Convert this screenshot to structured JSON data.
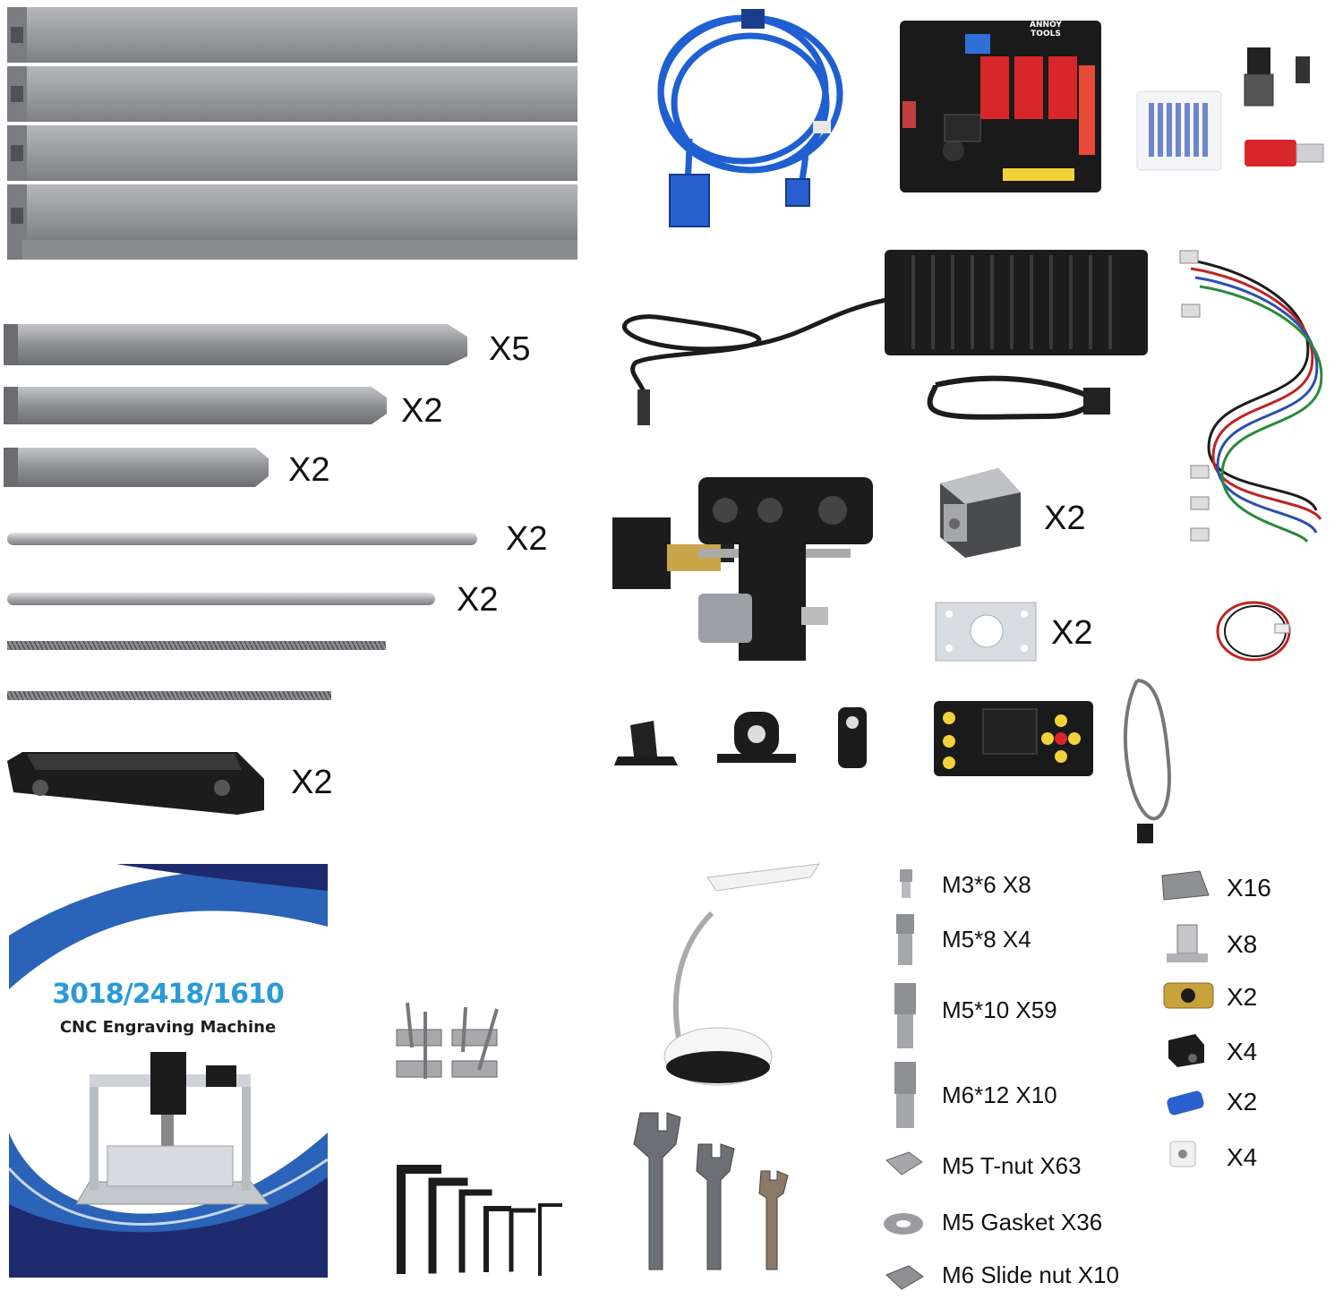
{
  "colors": {
    "aluminum": "#9a9ca0",
    "aluminum_dark": "#6e7074",
    "rod": "#b8babd",
    "black_part": "#1c1c1c",
    "pcb": "#1a1a1a",
    "driver_red": "#d9262b",
    "usb_blue": "#1f5fd1",
    "cover_blue": "#2a63b8",
    "cover_navy": "#1d2a6e",
    "text_cyan": "#2a9ad8"
  },
  "rail_quantities": [
    "X5",
    "X2",
    "X2",
    "X2",
    "X2",
    "X2"
  ],
  "center_quantities": {
    "stepper_motor": "X2",
    "motor_plate": "X2"
  },
  "hardware": [
    {
      "icon": "m3-screw-icon",
      "label": "M3*6 X8"
    },
    {
      "icon": "m5-screw-icon",
      "label": "M5*8 X4"
    },
    {
      "icon": "m5-long-screw-icon",
      "label": "M5*10 X59"
    },
    {
      "icon": "m6-screw-icon",
      "label": "M6*12 X10"
    },
    {
      "icon": "t-nut-icon",
      "label": "M5 T-nut X63"
    },
    {
      "icon": "gasket-icon",
      "label": "M5 Gasket X36"
    },
    {
      "icon": "slide-nut-icon",
      "label": "M6 Slide nut X10"
    }
  ],
  "accessories": [
    {
      "icon": "corner-bracket-icon",
      "label": "X16"
    },
    {
      "icon": "shaft-support-icon",
      "label": "X8"
    },
    {
      "icon": "brass-nut-icon",
      "label": "X2"
    },
    {
      "icon": "slide-block-icon",
      "label": "X4"
    },
    {
      "icon": "coupler-icon",
      "label": "X2"
    },
    {
      "icon": "spacer-icon",
      "label": "X4"
    }
  ],
  "manual": {
    "model": "3018/2418/1610",
    "subtitle": "CNC Engraving Machine"
  },
  "board": {
    "brand": "ANNOY TOOLS"
  }
}
